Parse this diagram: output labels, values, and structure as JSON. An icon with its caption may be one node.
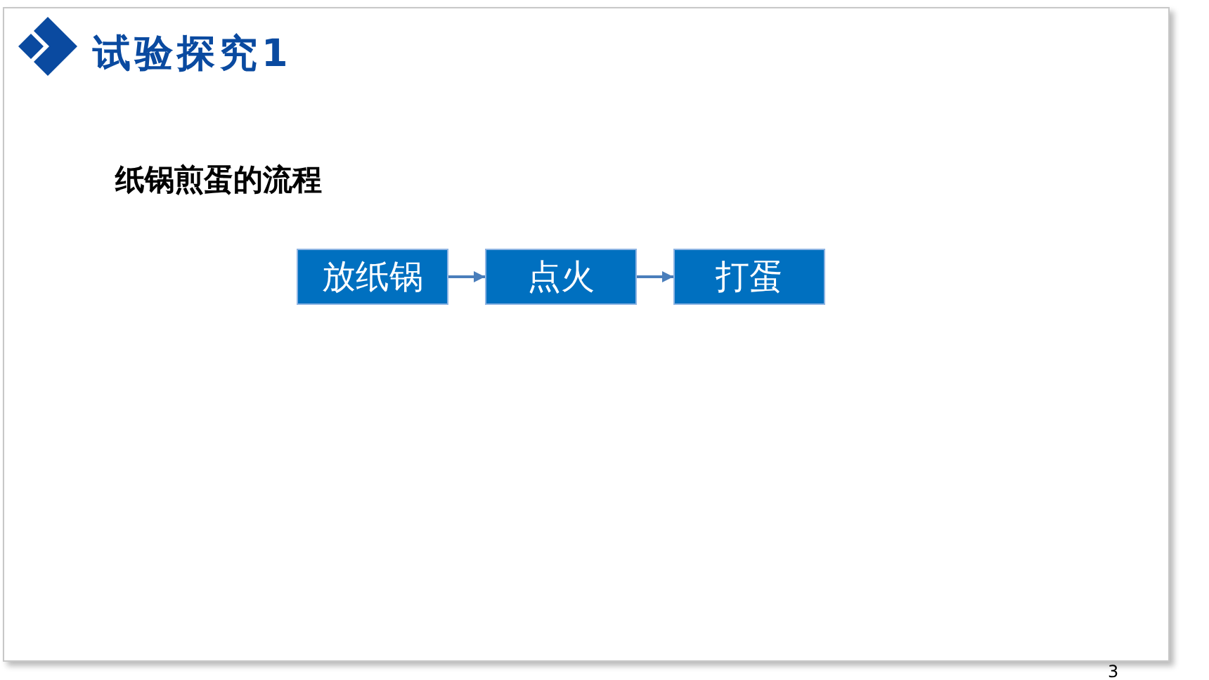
{
  "diagram": {
    "title": "试验探究1",
    "nodes": [
      {
        "text": [
          "放纸锅"
        ]
      },
      {
        "text": [
          "点火"
        ]
      },
      {
        "text": [
          "打蛋"
        ]
      }
    ],
    "edges": [
      {
        "from": 0,
        "to": 1,
        "arrow": "to"
      },
      {
        "from": 1,
        "to": 2,
        "arrow": "to"
      }
    ],
    "labels": [
      "纸锅煎蛋的流程",
      "3"
    ]
  }
}
